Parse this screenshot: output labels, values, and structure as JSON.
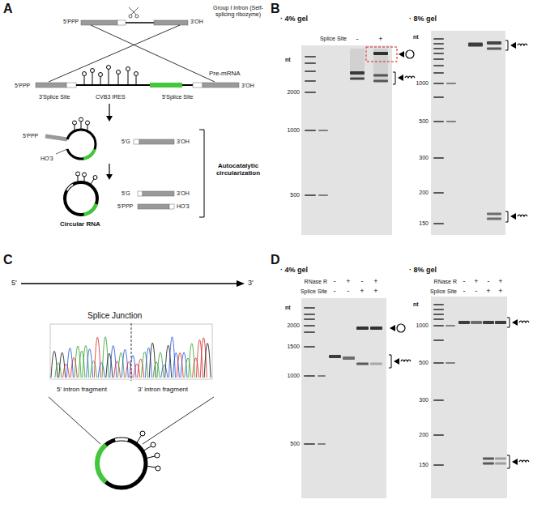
{
  "diagram": {
    "labels": [
      "A",
      "Group I Intron (Self-splicing ribozyme)",
      "5'PPP",
      "3'OH",
      "Pre-mRNA",
      "5'PPP",
      "3'OH",
      "3'Splice Site",
      "CVB3 IRES",
      "5'Splice Site",
      "5'PPP",
      "HO'3",
      "5'G",
      "3'OH",
      "Autocatalytic circularization",
      "Circular RNA",
      "5'G",
      "3'OH",
      "5'PPP",
      "HO'3",
      "B",
      "· 4% gel",
      "· 8% gel",
      "Splice Site",
      "-",
      "+",
      "nt",
      "2000",
      "1000",
      "500",
      "nt",
      "1000",
      "500",
      "300",
      "200",
      "150",
      "C",
      "5'",
      "3'",
      "Splice Junction",
      "5' intron fragment",
      "3' intron fragment",
      "D",
      "· 4% gel",
      "· 8% gel",
      "RNase R",
      "-",
      "+",
      "-",
      "+",
      "Splice Site",
      "-",
      "-",
      "+",
      "+",
      "nt",
      "2000",
      "1500",
      "1000",
      "500",
      "RNase R",
      "-",
      "+",
      "-",
      "+",
      "Splice Site",
      "-",
      "-",
      "+",
      "+",
      "nt",
      "1000",
      "500",
      "300",
      "200",
      "150"
    ]
  }
}
